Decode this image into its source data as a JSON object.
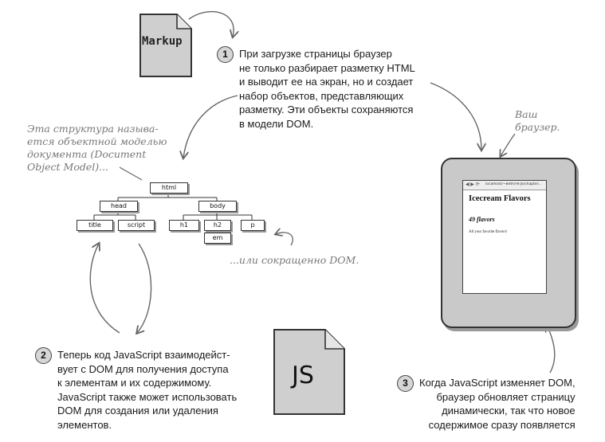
{
  "step1": {
    "number": "1",
    "lines": [
      "При загрузке страницы браузер",
      "не только разбирает разметку HTML",
      "и выводит ее на экран, но и создает",
      "набор объектов, представляющих",
      "разметку. Эти объекты сохраняются",
      "в модели DOM."
    ]
  },
  "step2": {
    "number": "2",
    "lines": [
      "Теперь код JavaScript взаимодейст-",
      "вует с DOM для получения доступа",
      "к элементам и их содержимому.",
      "JavaScript также может использовать",
      "DOM для создания или удаления",
      "элементов."
    ]
  },
  "step3": {
    "number": "3",
    "lines": [
      "Когда JavaScript изменяет DOM,",
      "браузер обновляет страницу",
      "динамически, так что новое",
      "содержимое сразу появляется"
    ]
  },
  "markup_doc": {
    "label": "Markup"
  },
  "js_doc": {
    "label": "JS"
  },
  "note_dom": {
    "lines": [
      "Эта структура называ-",
      "ется объектной моделью",
      "документа (Document",
      "Object Model)..."
    ]
  },
  "note_short": {
    "text": "...или сокращенно DOM."
  },
  "note_browser": {
    "lines": [
      "Ваш",
      "браузер."
    ]
  },
  "tree": {
    "html": "html",
    "head": "head",
    "body": "body",
    "title": "title",
    "script": "script",
    "h1": "h1",
    "h2": "h2",
    "p": "p",
    "em": "em"
  },
  "browser_page": {
    "url": "localhost/~Beth/HFJS/chapter...",
    "heading": "Icecream Flavors",
    "subheading": "49 flavors",
    "text": "All your favorite flavors!"
  },
  "colors": {
    "paper": "#d0d0d0",
    "ink": "#333333",
    "note": "#777777"
  }
}
